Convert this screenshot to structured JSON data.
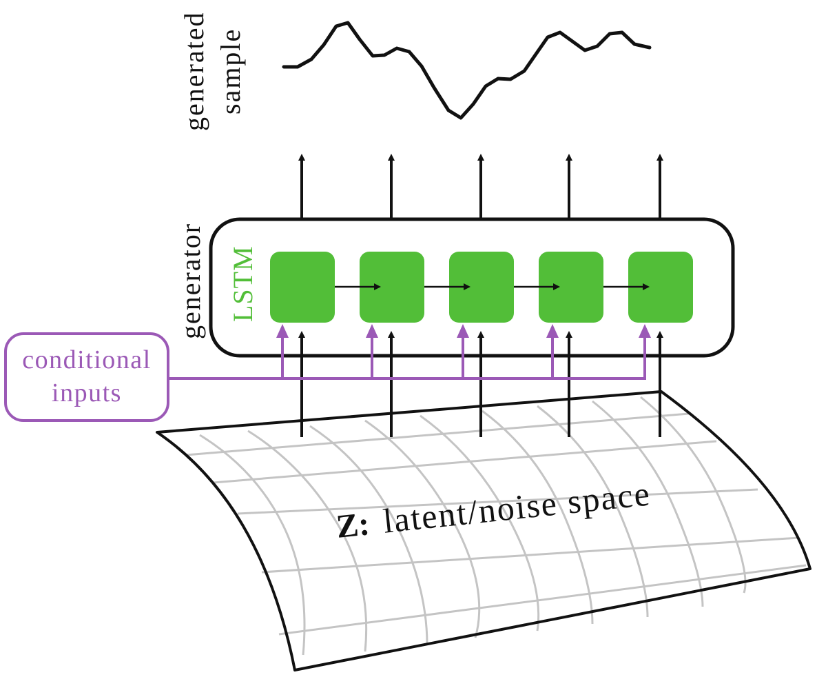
{
  "labels": {
    "generated_line1": "generated",
    "generated_line2": "sample",
    "generator": "generator",
    "lstm": "LSTM",
    "conditional_line1": "conditional",
    "conditional_line2": "inputs",
    "z_bold": "Z:",
    "z_rest": "latent/noise space"
  },
  "colors": {
    "lstm_green": "#52be38",
    "conditional_purple": "#9b59b6",
    "line_black": "#111111",
    "grid_gray": "#c4c4c4"
  },
  "lstm_cells": 5,
  "icons": {
    "arrow": "arrowhead-triangle"
  }
}
